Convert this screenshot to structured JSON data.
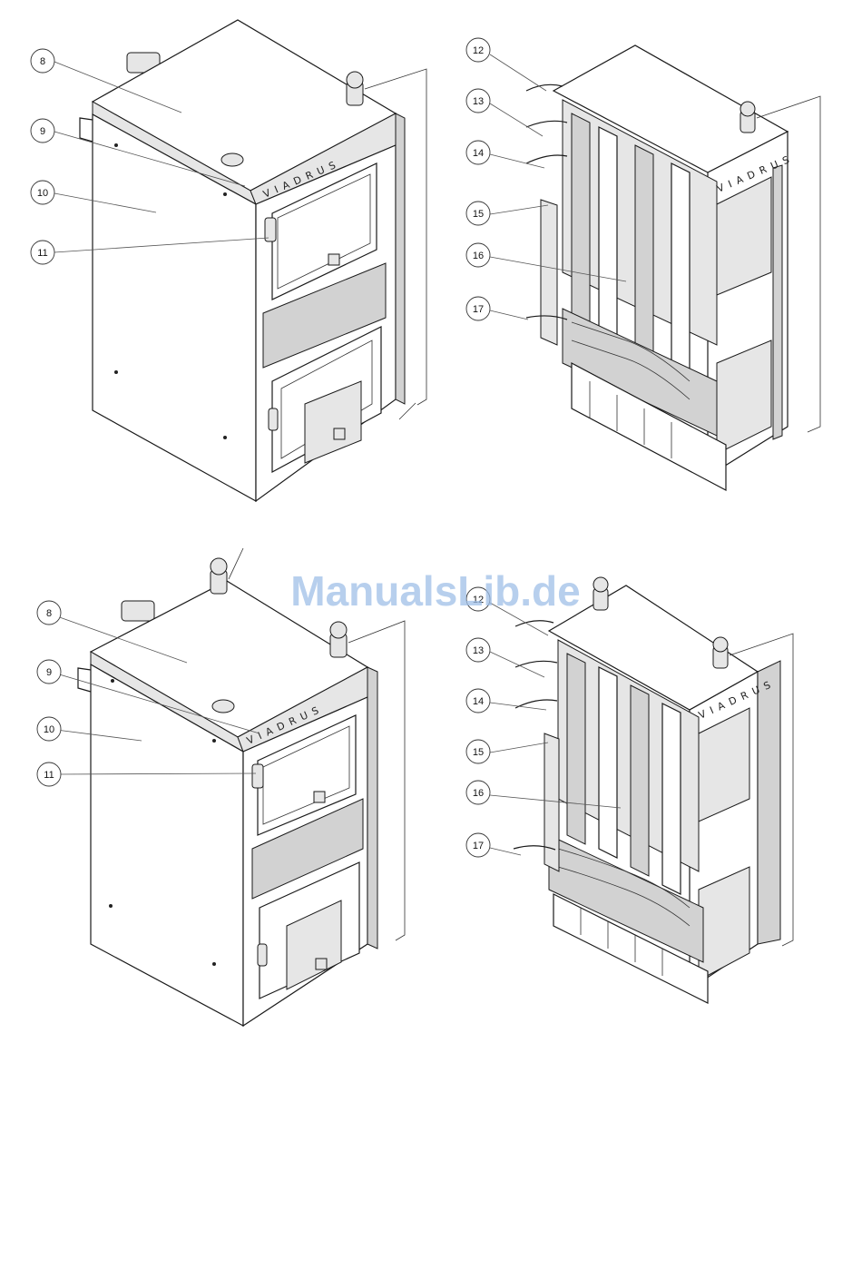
{
  "brand": "VIADRUS",
  "watermark": "ManualsLib.de",
  "top_left": {
    "callouts": [
      "8",
      "9",
      "10",
      "11"
    ]
  },
  "top_right": {
    "callouts": [
      "12",
      "13",
      "14",
      "15",
      "16",
      "17"
    ]
  },
  "bottom_left": {
    "callouts": [
      "8",
      "9",
      "10",
      "11"
    ]
  },
  "bottom_right": {
    "callouts": [
      "12",
      "13",
      "14",
      "15",
      "16",
      "17"
    ]
  }
}
